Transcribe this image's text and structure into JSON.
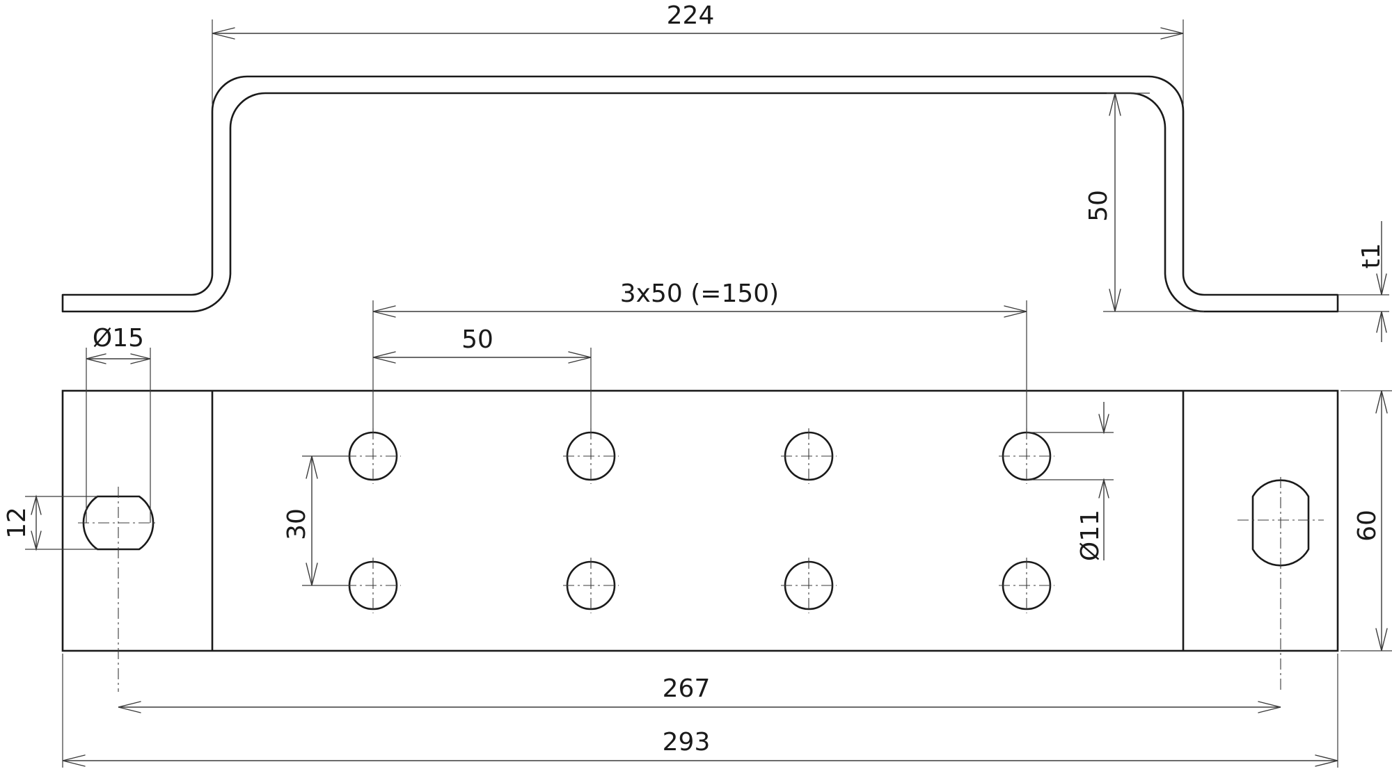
{
  "dimensions": {
    "top_width": "224",
    "height": "50",
    "thickness": "t1",
    "hole_spacing_total": "3x50 (=150)",
    "hole_spacing": "50",
    "slot_width": "Ø15",
    "slot_height": "12",
    "row_spacing": "30",
    "hole_diameter": "Ø11",
    "plate_width": "60",
    "slot_centers": "267",
    "overall_length": "293"
  },
  "colors": {
    "line": "#1a1a1a",
    "dimension": "#3a3a3a",
    "background": "#ffffff"
  }
}
